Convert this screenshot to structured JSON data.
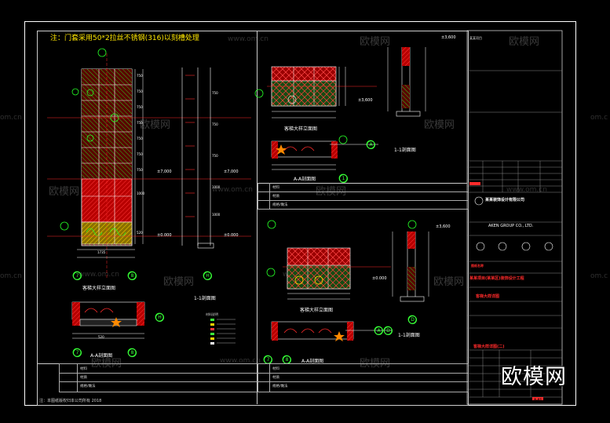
{
  "header_note": "注：门套采用50*2拉丝不锈钢(316)以刻槽处理",
  "watermarks": {
    "site": "www.om.cn",
    "brand": "欧模网",
    "brand_big": "欧模网",
    "edge_left": "om.cn",
    "edge_right": "om.c"
  },
  "views": {
    "left_elevation_title": "客梯大样立面图",
    "left_section_title": "1-1剖面图",
    "left_plan_title": "A-A剖面图",
    "upper_mid_elevation_title": "客梯大样立面图",
    "upper_mid_plan_title": "A-A剖面图",
    "upper_right_section_title": "1-1剖面图",
    "lower_mid_elevation_title": "客梯大样立面图",
    "lower_mid_plan_title": "A-A剖面图",
    "lower_right_section_title": "1-1剖面图",
    "sample_title": "材料说明"
  },
  "axis_marks": [
    "7",
    "8",
    "H",
    "A",
    "D",
    "1"
  ],
  "dimension_texts": {
    "elev_top": "±7,000",
    "elev_mid": "±3,600",
    "elev_base": "±0.000",
    "plan_w1": "1735",
    "plan_w2": "520"
  },
  "tables": {
    "left_rows": [
      "材料",
      "材质",
      "规格/做法"
    ],
    "mid_rows": [
      "材料",
      "材质",
      "规格/做法"
    ],
    "left_bottom_rows": [
      "材料",
      "材质",
      "规格/做法"
    ],
    "mid_bottom_rows": [
      "材料",
      "材质",
      "规格/做法"
    ]
  },
  "title_block": {
    "project": "某某项目",
    "company_cn": "某某装饰设计有限公司",
    "company_en": "AKEN GROUP CO., LTD.",
    "red_line1": "某某项目(某某区)装饰设计工程",
    "red_line2": "客梯大样详图",
    "red_line3": "客梯大样详图(二)",
    "red_code": "A-01",
    "red_small": "图纸名称"
  },
  "footer_left": "注：本图纸版权归本公司所有 2018"
}
